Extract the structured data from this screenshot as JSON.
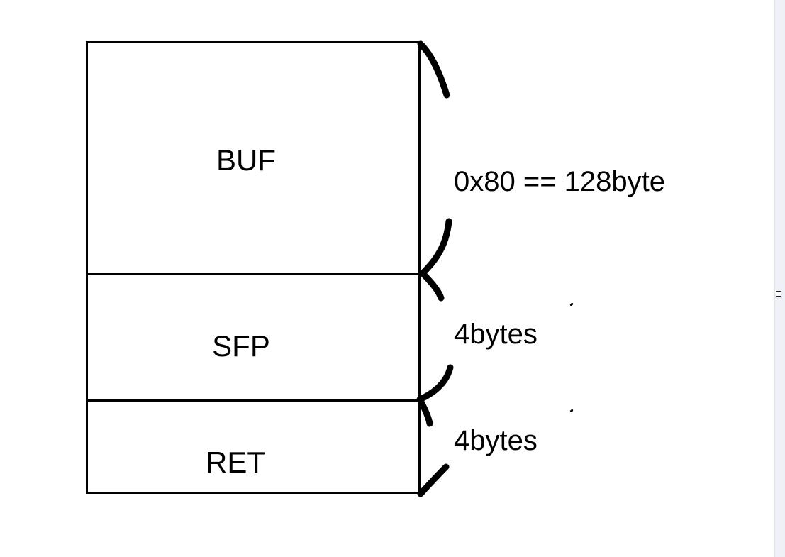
{
  "diagram": {
    "segments": [
      {
        "name": "BUF",
        "size_label": "0x80 == 128byte"
      },
      {
        "name": "SFP",
        "size_label": "4bytes"
      },
      {
        "name": "RET",
        "size_label": "4bytes"
      }
    ]
  },
  "colors": {
    "ink": "#000000",
    "background": "#ffffff",
    "scrollbar": "#eef1f6"
  },
  "icons": {
    "scroll_handle": "square-handle-icon"
  }
}
